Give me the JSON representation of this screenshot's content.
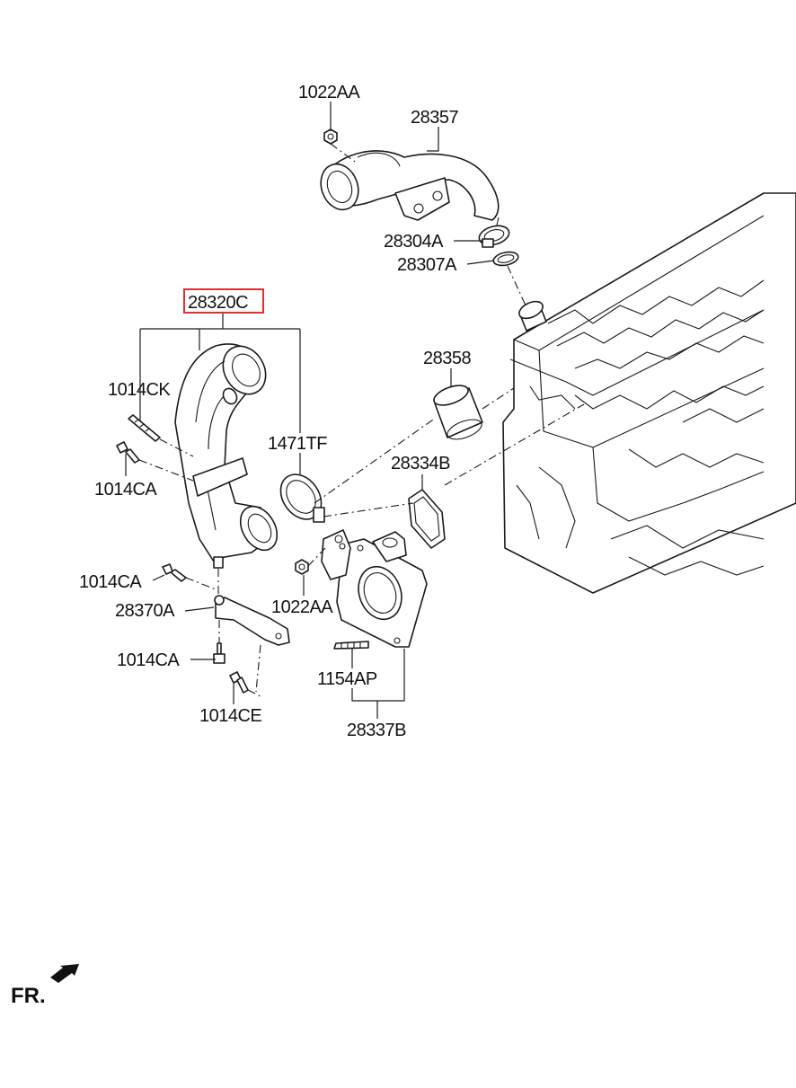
{
  "parts": {
    "p1022AA_top": "1022AA",
    "p28357": "28357",
    "p28304A": "28304A",
    "p28307A": "28307A",
    "p28320C": "28320C",
    "p1014CK": "1014CK",
    "p1014CA_left": "1014CA",
    "p1471TF": "1471TF",
    "p28358": "28358",
    "p28334B": "28334B",
    "p1014CA_mid": "1014CA",
    "p28370A": "28370A",
    "p1022AA_bottom": "1022AA",
    "p1014CA_low": "1014CA",
    "p1154AP": "1154AP",
    "p1014CE": "1014CE",
    "p28337B": "28337B"
  },
  "highlight_color": "#e03030",
  "direction_label": "FR."
}
